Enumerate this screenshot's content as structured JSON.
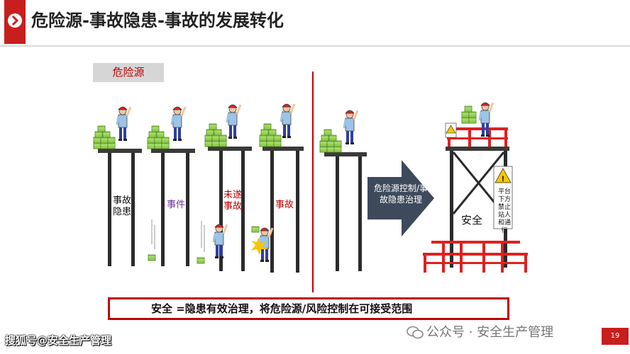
{
  "slide": {
    "title": "危险源-事故隐患-事故的发展转化",
    "page_number": "19"
  },
  "hazard_tag": "危险源",
  "pillar_labels": [
    "事故隐患",
    "事件",
    "未遂事故",
    "事故"
  ],
  "arrow_text": "危险源控制/事故隐患治理",
  "safe_label": "安全",
  "warning_sign_text": "平台下方禁止站人和通行",
  "bottom_statement": "安全 =隐患有效治理，将危险源/风险控制在可接受范围",
  "watermark_left": "搜狐号@安全生产管理",
  "watermark_right": "公众号 · 安全生产管理",
  "colors": {
    "accent": "#c81e1e",
    "label_red": "#c00000",
    "label_purple": "#7030a0",
    "box_green": "#92d050",
    "worker_shirt": "#9dc3e6",
    "worker_pants": "#2f3e9e"
  }
}
